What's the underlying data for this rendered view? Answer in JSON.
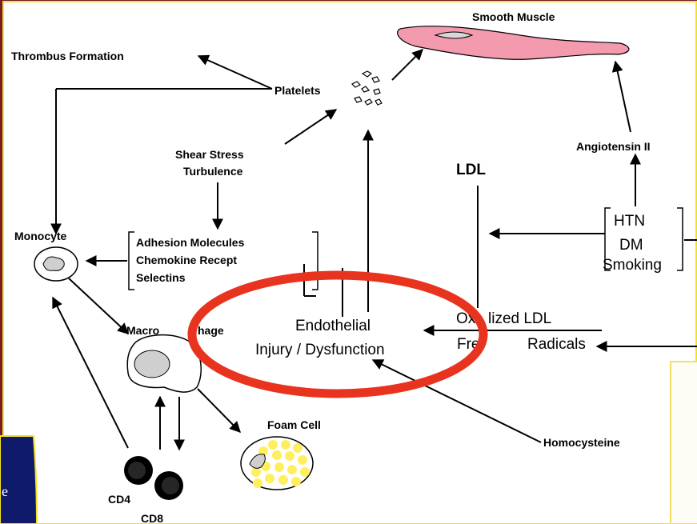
{
  "labels": {
    "smooth_muscle": "Smooth Muscle",
    "thrombus_formation": "Thrombus Formation",
    "platelets": "Platelets",
    "shear_stress": "Shear Stress",
    "turbulence": "Turbulence",
    "ldl": "LDL",
    "angiotensin": "Angiotensin II",
    "monocyte": "Monocyte",
    "adhesion_molecules": "Adhesion Molecules",
    "chemokine_receptors": "Chemokine Recept",
    "selectins": "Selectins",
    "htn": "HTN",
    "dm": "DM",
    "smoking": "Smoking",
    "macrophage_prefix": "Macro",
    "macrophage_suffix": "hage",
    "endothelial": "Endothelial",
    "injury_dysfunction": "Injury / Dysfunction",
    "oxidized_ldl_prefix": "Ox",
    "oxidized_ldl_suffix": "lized LDL",
    "free_radicals_prefix": "Fre",
    "free_radicals_suffix": "Radicals",
    "foam_cell": "Foam Cell",
    "homocysteine": "Homocysteine",
    "cd4": "CD4",
    "cd8": "CD8",
    "slide_text_fragment": "e"
  },
  "colors": {
    "slide_background": "#7a1b2c",
    "diagram_background": "#ffffff",
    "frame_border": "#f5e21e",
    "highlight_ellipse": "#e8331f",
    "smooth_muscle_fill": "#f49aae",
    "foam_droplets": "#ffef5e",
    "callout_fill": "#fdfdf6",
    "callout_border": "#f0e060",
    "title_block": "#0f1a6b"
  }
}
